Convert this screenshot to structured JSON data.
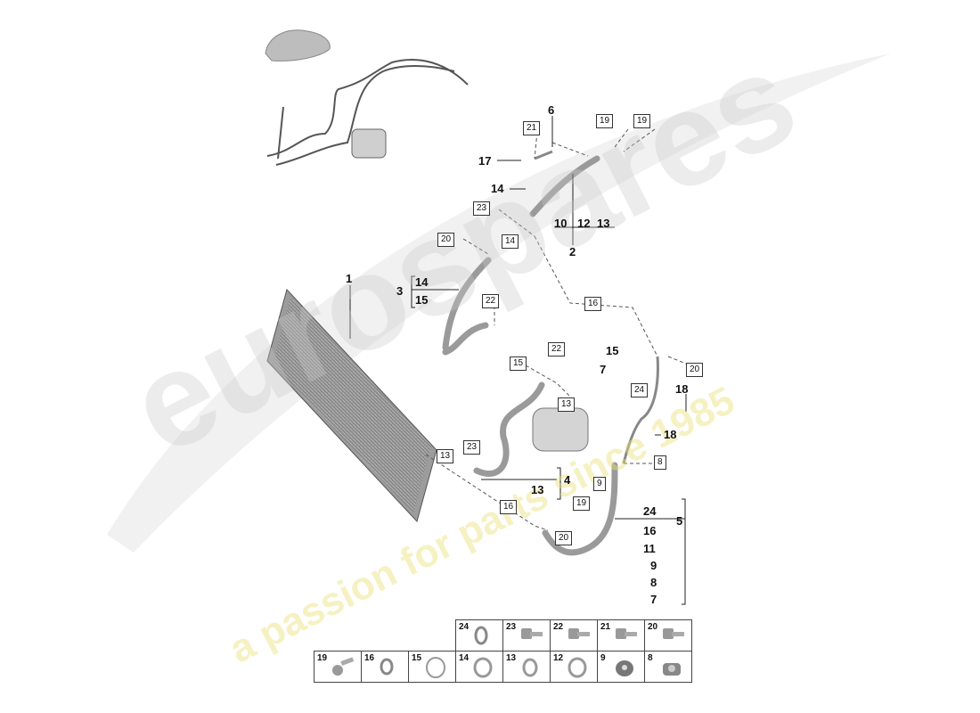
{
  "watermark": {
    "brand": "eurospares",
    "tagline": "a passion for parts since 1985"
  },
  "callouts": {
    "n1": "1",
    "n2": "2",
    "n3": "3",
    "n4": "4",
    "n5": "5",
    "n6": "6",
    "n7": "7",
    "n14a": "14",
    "n15a": "15",
    "n17": "17",
    "n18a": "18",
    "n18b": "18",
    "bracket2": [
      "10",
      "12",
      "13"
    ],
    "bracket3": [
      "14",
      "15"
    ],
    "bracket4": [
      "13"
    ],
    "bracket5": [
      "24",
      "16",
      "11",
      "9",
      "8",
      "7"
    ]
  },
  "boxes": {
    "b21": "21",
    "b19a": "19",
    "b19b": "19",
    "b23a": "23",
    "b20a": "20",
    "b14": "14",
    "b22a": "22",
    "b16a": "16",
    "b15": "15",
    "b22b": "22",
    "b13a": "13",
    "b20b": "20",
    "b24": "24",
    "b13b": "13",
    "b23b": "23",
    "b8": "8",
    "b9": "9",
    "b19c": "19",
    "b16b": "16",
    "b20c": "20"
  },
  "parts_grid": {
    "row1": [
      "24",
      "23",
      "22",
      "21",
      "20"
    ],
    "row2": [
      "19",
      "16",
      "15",
      "14",
      "13",
      "12",
      "9",
      "8"
    ]
  }
}
